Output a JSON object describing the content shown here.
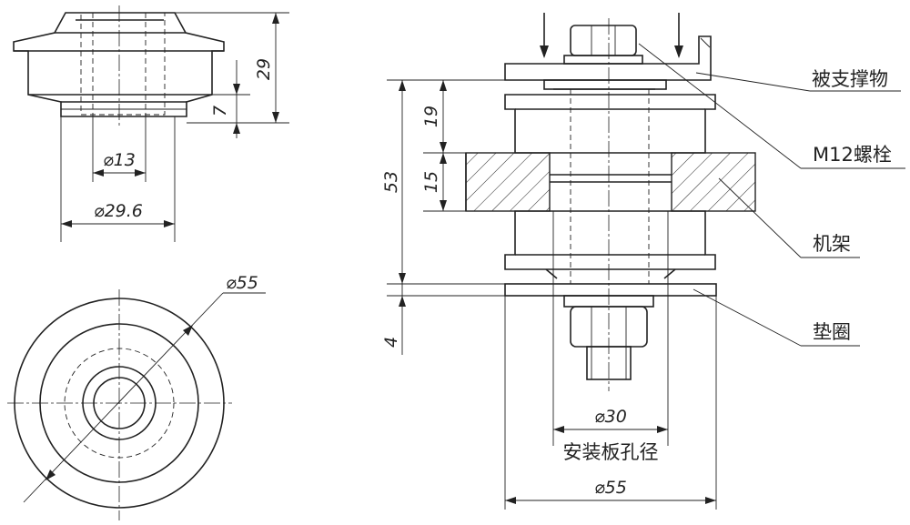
{
  "dimensions": {
    "top_view_height": "29",
    "top_view_step": "7",
    "bore_diameter": "⌀13",
    "hub_diameter": "⌀29.6",
    "outer_diameter_circle": "⌀55",
    "assembly_upper": "19",
    "assembly_frame": "15",
    "assembly_total": "53",
    "washer_thickness": "4",
    "hole_diameter": "⌀30",
    "washer_diameter": "⌀55"
  },
  "labels": {
    "supported_object": "被支撑物",
    "bolt": "M12螺栓",
    "frame": "机架",
    "washer": "垫圈",
    "mounting_plate_hole": "安装板孔径"
  }
}
